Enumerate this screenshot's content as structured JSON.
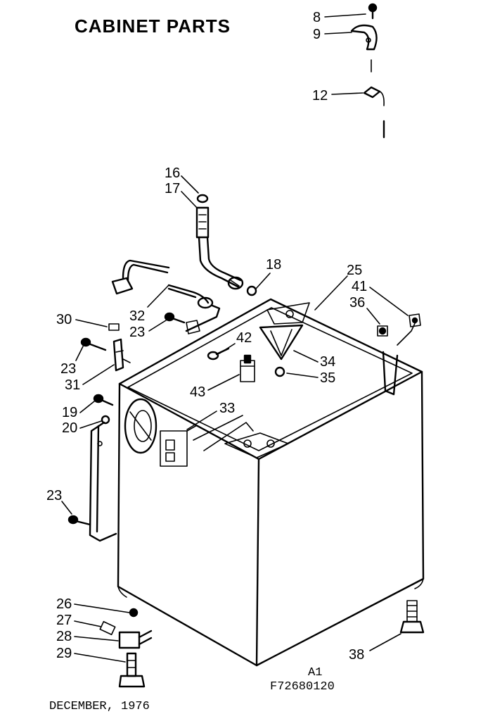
{
  "title": "CABINET PARTS",
  "footer_code": "A1",
  "footer_part_number": "F72680120",
  "date": "DECEMBER, 1976",
  "callouts": [
    "8",
    "9",
    "12",
    "16",
    "17",
    "18",
    "25",
    "41",
    "36",
    "30",
    "32",
    "23",
    "42",
    "34",
    "35",
    "43",
    "33",
    "19",
    "20",
    "23",
    "26",
    "27",
    "28",
    "29",
    "38",
    "23",
    "31"
  ]
}
